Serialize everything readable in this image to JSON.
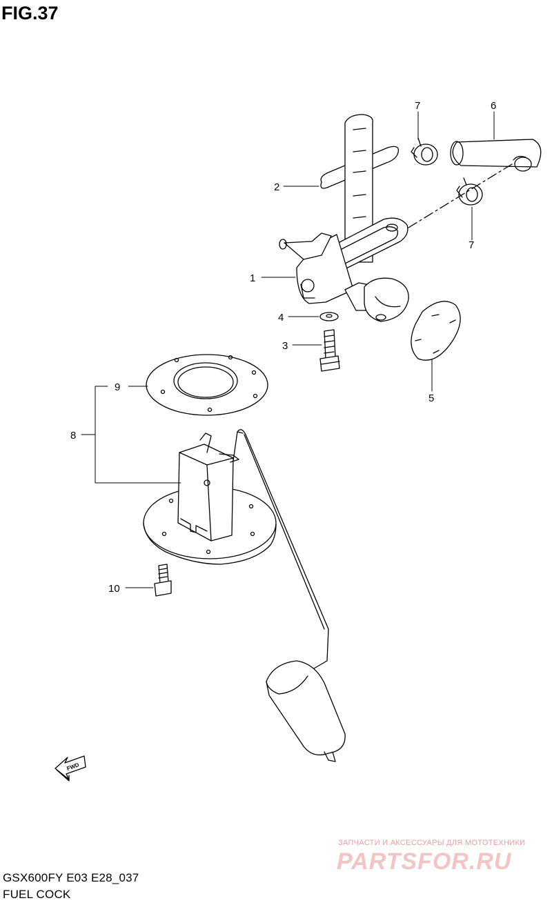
{
  "figure": {
    "title": "FIG.37",
    "model_code": "GSX600FY E03 E28_037",
    "caption": "FUEL COCK"
  },
  "callouts": [
    {
      "id": "1",
      "label": "1"
    },
    {
      "id": "2",
      "label": "2"
    },
    {
      "id": "3",
      "label": "3"
    },
    {
      "id": "4",
      "label": "4"
    },
    {
      "id": "5",
      "label": "5"
    },
    {
      "id": "6",
      "label": "6"
    },
    {
      "id": "7a",
      "label": "7"
    },
    {
      "id": "7b",
      "label": "7"
    },
    {
      "id": "8",
      "label": "8"
    },
    {
      "id": "9",
      "label": "9"
    },
    {
      "id": "10",
      "label": "10"
    }
  ],
  "direction_badge": "FWD",
  "watermark": {
    "tagline": "ЗАПЧАСТИ И АКСЕССУАРЫ ДЛЯ МОТОТЕХНИКИ",
    "logo": "PARTSFOR.RU"
  },
  "colors": {
    "line": "#000000",
    "watermark": "#f3c4c4"
  }
}
